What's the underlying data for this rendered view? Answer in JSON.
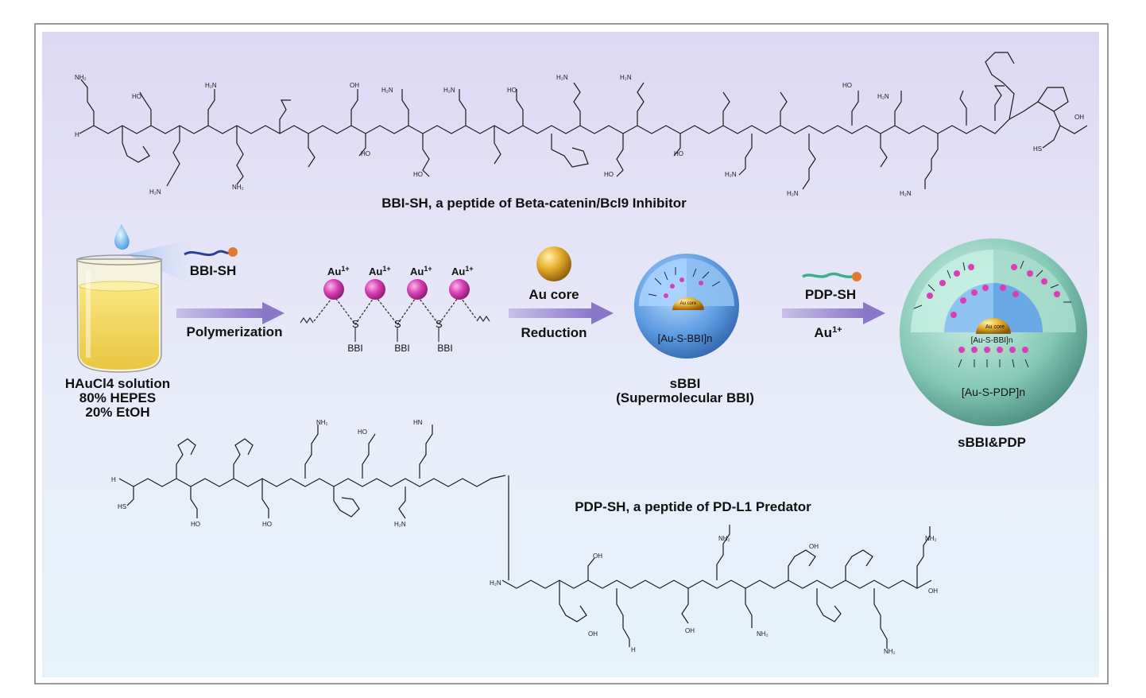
{
  "bbi_caption": "BBI-SH, a peptide of Beta-catenin/Bcl9 Inhibitor",
  "pdp_caption": "PDP-SH, a peptide of PD-L1 Predator",
  "beaker_reagent": "BBI-SH",
  "beaker_label_line1": "HAuCl4 solution",
  "beaker_label_line2": "80% HEPES",
  "beaker_label_line3": "20% EtOH",
  "step1_label": "Polymerization",
  "polymer_ion": "Au",
  "polymer_ion_sup": "1+",
  "polymer_s": "S",
  "polymer_bbi": "BBI",
  "step2_top": "Au core",
  "step2_bottom": "Reduction",
  "sbbi_inner": "[Au-S-BBI]n",
  "sbbi_core": "Au core",
  "sbbi_name_line1": "sBBI",
  "sbbi_name_line2": "(Supermolecular BBI)",
  "step3_top": "PDP-SH",
  "step3_bottom": "Au",
  "step3_bottom_sup": "1+",
  "final_inner_core": "Au core",
  "final_inner_label": "[Au-S-BBI]n",
  "final_outer_label": "[Au-S-PDP]n",
  "final_name": "sBBI&PDP",
  "colors": {
    "arrow": "#8a78c6",
    "au_sphere": "#d93fb5",
    "gold": "#e0a020",
    "sbbi_shell": "#4f8fd8",
    "final_shell": "#7fc7b6"
  }
}
